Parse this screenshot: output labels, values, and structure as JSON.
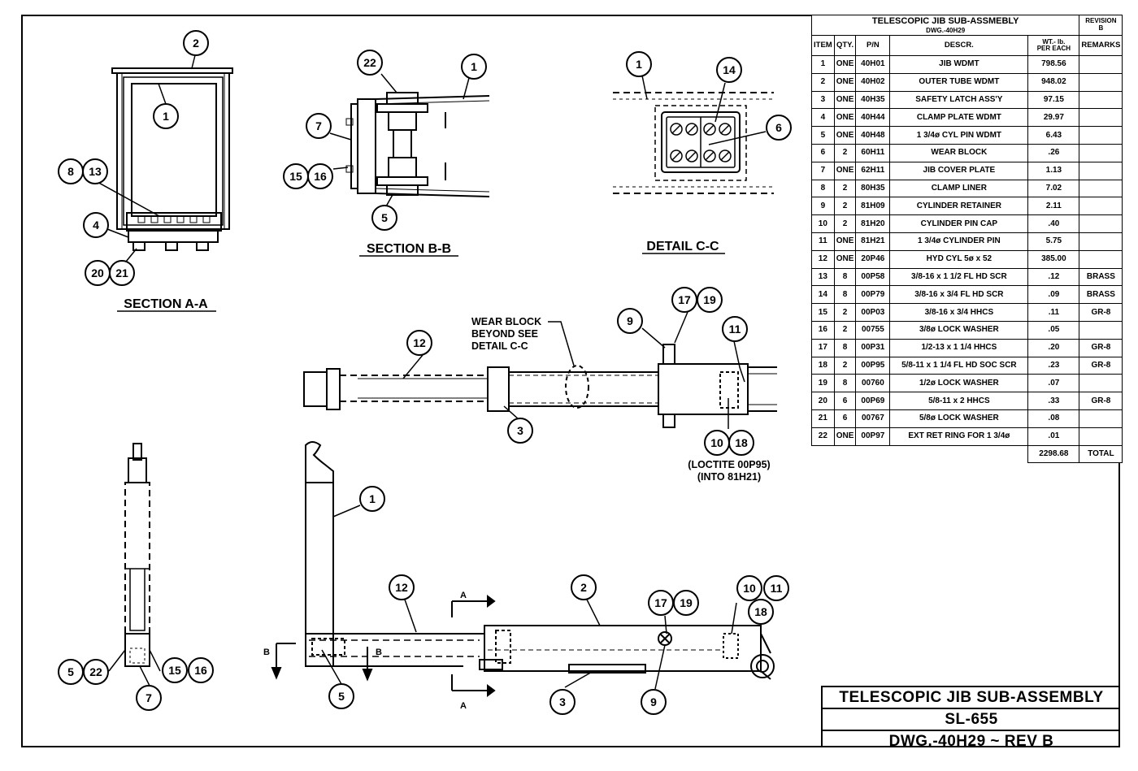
{
  "bom": {
    "title": "TELESCOPIC JIB SUB-ASSMEBLY",
    "dwg_ref": "DWG.-40H29",
    "revision_label": "REVISION",
    "revision_value": "B",
    "headers": {
      "item": "ITEM",
      "qty": "QTY.",
      "pn": "P/N",
      "descr": "DESCR.",
      "wt_line1": "WT.- lb.",
      "wt_line2": "PER EACH",
      "remarks": "REMARKS"
    },
    "rows": [
      {
        "item": "1",
        "qty": "ONE",
        "pn": "40H01",
        "descr": "JIB WDMT",
        "wt": "798.56",
        "remarks": ""
      },
      {
        "item": "2",
        "qty": "ONE",
        "pn": "40H02",
        "descr": "OUTER TUBE WDMT",
        "wt": "948.02",
        "remarks": ""
      },
      {
        "item": "3",
        "qty": "ONE",
        "pn": "40H35",
        "descr": "SAFETY LATCH ASS'Y",
        "wt": "97.15",
        "remarks": ""
      },
      {
        "item": "4",
        "qty": "ONE",
        "pn": "40H44",
        "descr": "CLAMP PLATE WDMT",
        "wt": "29.97",
        "remarks": ""
      },
      {
        "item": "5",
        "qty": "ONE",
        "pn": "40H48",
        "descr": "1 3/4ø CYL PIN WDMT",
        "wt": "6.43",
        "remarks": ""
      },
      {
        "item": "6",
        "qty": "2",
        "pn": "60H11",
        "descr": "WEAR BLOCK",
        "wt": ".26",
        "remarks": ""
      },
      {
        "item": "7",
        "qty": "ONE",
        "pn": "62H11",
        "descr": "JIB COVER PLATE",
        "wt": "1.13",
        "remarks": ""
      },
      {
        "item": "8",
        "qty": "2",
        "pn": "80H35",
        "descr": "CLAMP LINER",
        "wt": "7.02",
        "remarks": ""
      },
      {
        "item": "9",
        "qty": "2",
        "pn": "81H09",
        "descr": "CYLINDER RETAINER",
        "wt": "2.11",
        "remarks": ""
      },
      {
        "item": "10",
        "qty": "2",
        "pn": "81H20",
        "descr": "CYLINDER PIN CAP",
        "wt": ".40",
        "remarks": ""
      },
      {
        "item": "11",
        "qty": "ONE",
        "pn": "81H21",
        "descr": "1 3/4ø CYLINDER PIN",
        "wt": "5.75",
        "remarks": ""
      },
      {
        "item": "12",
        "qty": "ONE",
        "pn": "20P46",
        "descr": "HYD CYL 5ø x 52",
        "wt": "385.00",
        "remarks": ""
      },
      {
        "item": "13",
        "qty": "8",
        "pn": "00P58",
        "descr": "3/8-16 x 1 1/2 FL HD SCR",
        "wt": ".12",
        "remarks": "BRASS"
      },
      {
        "item": "14",
        "qty": "8",
        "pn": "00P79",
        "descr": "3/8-16 x 3/4 FL HD SCR",
        "wt": ".09",
        "remarks": "BRASS"
      },
      {
        "item": "15",
        "qty": "2",
        "pn": "00P03",
        "descr": "3/8-16 x 3/4 HHCS",
        "wt": ".11",
        "remarks": "GR-8"
      },
      {
        "item": "16",
        "qty": "2",
        "pn": "00755",
        "descr": "3/8ø LOCK WASHER",
        "wt": ".05",
        "remarks": ""
      },
      {
        "item": "17",
        "qty": "8",
        "pn": "00P31",
        "descr": "1/2-13 x 1 1/4 HHCS",
        "wt": ".20",
        "remarks": "GR-8"
      },
      {
        "item": "18",
        "qty": "2",
        "pn": "00P95",
        "descr": "5/8-11 x 1 1/4 FL HD SOC SCR",
        "wt": ".23",
        "remarks": "GR-8"
      },
      {
        "item": "19",
        "qty": "8",
        "pn": "00760",
        "descr": "1/2ø LOCK WASHER",
        "wt": ".07",
        "remarks": ""
      },
      {
        "item": "20",
        "qty": "6",
        "pn": "00P69",
        "descr": "5/8-11 x 2 HHCS",
        "wt": ".33",
        "remarks": "GR-8"
      },
      {
        "item": "21",
        "qty": "6",
        "pn": "00767",
        "descr": "5/8ø LOCK WASHER",
        "wt": ".08",
        "remarks": ""
      },
      {
        "item": "22",
        "qty": "ONE",
        "pn": "00P97",
        "descr": "EXT RET RING FOR 1 3/4ø",
        "wt": ".01",
        "remarks": ""
      }
    ],
    "total_value": "2298.68",
    "total_label": "TOTAL"
  },
  "title_block": {
    "line1": "TELESCOPIC JIB SUB-ASSEMBLY",
    "line2": "SL-655",
    "line3": "DWG.-40H29 ~ REV B"
  },
  "views": {
    "section_aa": "SECTION A-A",
    "section_bb": "SECTION B-B",
    "detail_cc": "DETAIL C-C"
  },
  "notes": {
    "wear_block_1": "WEAR BLOCK",
    "wear_block_2": "BEYOND SEE",
    "wear_block_3": "DETAIL C-C",
    "loctite_1": "(LOCTITE 00P95)",
    "loctite_2": "(INTO 81H21)"
  },
  "section_marks": {
    "a": "A",
    "b": "B"
  },
  "balloons": {
    "n1": "1",
    "n2": "2",
    "n3": "3",
    "n4": "4",
    "n5": "5",
    "n6": "6",
    "n7": "7",
    "n8": "8",
    "n9": "9",
    "n10": "10",
    "n11": "11",
    "n12": "12",
    "n13": "13",
    "n14": "14",
    "n15": "15",
    "n16": "16",
    "n17": "17",
    "n18": "18",
    "n19": "19",
    "n20": "20",
    "n21": "21",
    "n22": "22"
  }
}
